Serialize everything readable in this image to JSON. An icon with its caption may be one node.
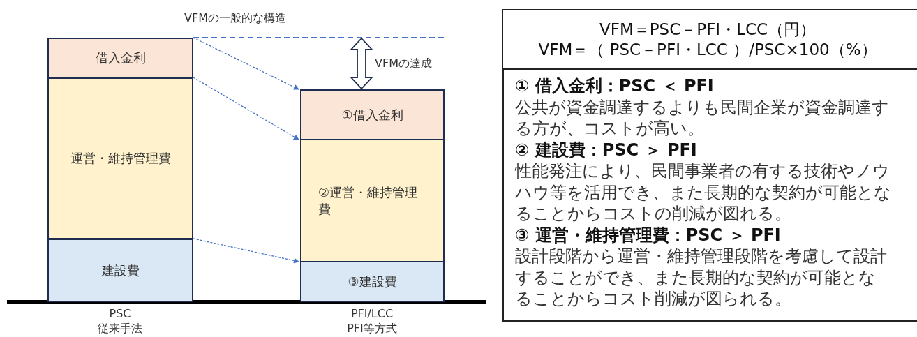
{
  "diagram": {
    "title": "VFMの一般的な構造",
    "nodes": [
      {
        "text": [
          "借入金利"
        ]
      },
      {
        "text": [
          "運営・維持管理費"
        ]
      },
      {
        "text": [
          "建設費"
        ]
      },
      {
        "text": [
          "①借入金利"
        ]
      },
      {
        "text": [
          "②運営・維持管理費"
        ]
      },
      {
        "text": [
          "③建設費"
        ]
      },
      {
        "text": [
          "VFM＝PSC－PFI・LCC（円）",
          "VFM＝（ PSC－PFI・LCC ）/PSC×100（%）"
        ]
      },
      {
        "text": [
          "① 借入金利：PSC ＜ PFI",
          "公共が資金調達するよりも民間企業が資金調達する方が、コストが高い。",
          "② 建設費：PSC ＞ PFI",
          "性能発注により、民間事業者の有する技術やノウハウ等を活用でき、また長期的な契約が可能となることからコストの削減が図れる。",
          "③ 運営・維持管理費：PSC ＞ PFI",
          "設計段階から運営・維持管理段階を考慮して設計することができ、また長期的な契約が可能となることからコスト削減が図られる。"
        ]
      }
    ],
    "edges": [
      {
        "from": 0,
        "to": 3,
        "arrow": "to",
        "style": "dashed",
        "color": "#4472c4"
      },
      {
        "from": 1,
        "to": 4,
        "arrow": "to",
        "style": "dashed",
        "color": "#4472c4"
      },
      {
        "from": 2,
        "to": 5,
        "arrow": "to",
        "style": "dashed",
        "color": "#4472c4"
      }
    ],
    "labels": [
      "VFMの達成",
      "PSC",
      "従来手法",
      "PFI/LCC",
      "PFI等方式"
    ]
  }
}
